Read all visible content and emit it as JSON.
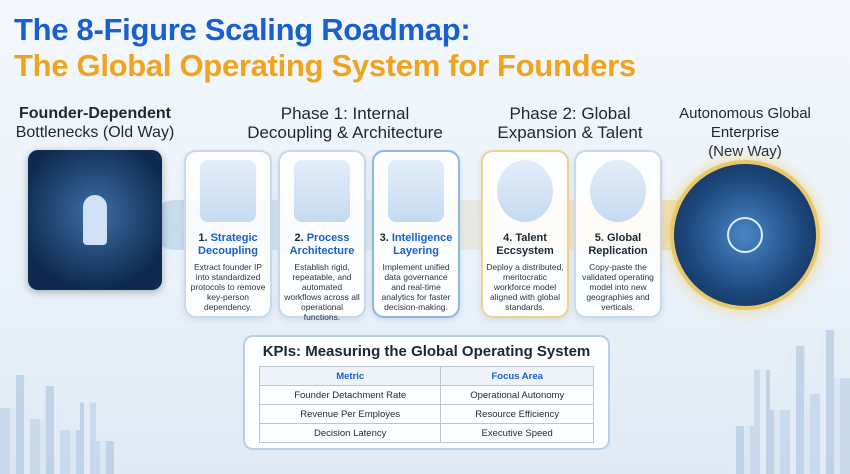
{
  "title": {
    "line1": "The 8-Figure Scaling Roadmap:",
    "line2": "The Global Operating System for Founders"
  },
  "stages": {
    "old": {
      "title": "Founder-Dependent",
      "subtitle": "Bottlenecks (Old Way)"
    },
    "phase1": {
      "line1": "Phase 1: Internal",
      "line2": "Decoupling & Architecture"
    },
    "phase2": {
      "line1": "Phase 2: Global",
      "line2": "Expansion & Talent"
    },
    "new": {
      "line1": "Autonomous Global",
      "line2": "Enterprise",
      "line3": "(New Way)"
    }
  },
  "cards": [
    {
      "num": "1.",
      "title_a": "Strategic",
      "title_b": "Decoupling",
      "desc": "Extract founder IP into standardized protocols to remove key-person dependency."
    },
    {
      "num": "2.",
      "title_a": "Process",
      "title_b": "Architecture",
      "desc": "Establish rigid, repeatable, and automated workflows across all operational functions."
    },
    {
      "num": "3.",
      "title_a": "Intelligence",
      "title_b": "Layering",
      "desc": "Implement unified data governance and real-time analytics for faster decision-making."
    },
    {
      "num": "4.",
      "title_a": "Talent",
      "title_b": "Eccsystem",
      "desc": "Deploy a distributed, meritocratic workforce model aligned with global standards."
    },
    {
      "num": "5.",
      "title_a": "Global",
      "title_b": "Replication",
      "desc": "Copy-paste the validated operating model into new geographies and verticals."
    }
  ],
  "kpi": {
    "title": "KPIs: Measuring the Global Operating System",
    "headers": [
      "Metric",
      "Focus Area"
    ],
    "rows": [
      [
        "Founder Detachment Rate",
        "Operational Autonomy"
      ],
      [
        "Revenue Per Employes",
        "Resource Efficiency"
      ],
      [
        "Decision Latency",
        "Executive Speed"
      ]
    ]
  },
  "colors": {
    "blue": "#1a5fd0",
    "orange": "#f0a31c"
  }
}
